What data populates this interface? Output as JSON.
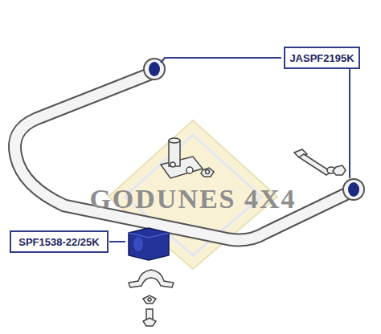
{
  "diagram": {
    "nodes": [
      {
        "text": [
          "JASPF2195K"
        ]
      },
      {
        "text": [
          "SPF1538-22/25K"
        ]
      }
    ],
    "labels": [
      "GODUNES 4X4"
    ]
  }
}
